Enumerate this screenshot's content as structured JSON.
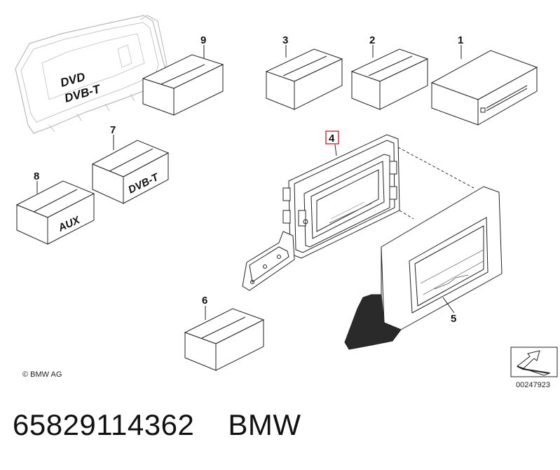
{
  "diagram": {
    "callouts": [
      {
        "id": "1",
        "label": "1"
      },
      {
        "id": "2",
        "label": "2"
      },
      {
        "id": "3",
        "label": "3"
      },
      {
        "id": "4",
        "label": "4",
        "highlighted": true
      },
      {
        "id": "5",
        "label": "5"
      },
      {
        "id": "6",
        "label": "6"
      },
      {
        "id": "7",
        "label": "7"
      },
      {
        "id": "8",
        "label": "8"
      },
      {
        "id": "9",
        "label": "9"
      }
    ],
    "screen_labels": {
      "line1": "DVD",
      "line2": "DVB-T"
    },
    "box_labels": {
      "box7": "DVB-T",
      "box8": "AUX"
    },
    "copyright": "© BMW AG",
    "diagram_number": "00247923",
    "highlight_color": "#e0303a",
    "line_color": "#222222"
  },
  "caption": {
    "part_number": "65829114362",
    "brand": "BMW"
  }
}
